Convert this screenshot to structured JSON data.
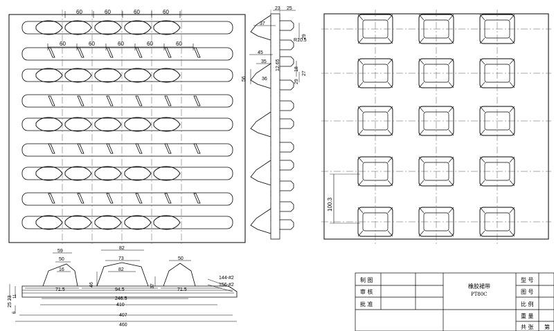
{
  "dims": {
    "top_60": [
      "60",
      "60",
      "60",
      "60"
    ],
    "row2_60": [
      "60",
      "60",
      "60",
      "60",
      "60"
    ],
    "side": {
      "d23": "23",
      "d25": "25",
      "d37": "37",
      "r105": "R10.5",
      "d29": "29",
      "d45": "45",
      "d35": "35",
      "d1265": "12.65",
      "d18": "18",
      "d27": "27",
      "d56": "56",
      "d36": "36",
      "d29b": "29"
    },
    "pitch": "100.3",
    "section": {
      "d59": "59",
      "d82": "82",
      "d50a": "50",
      "d73": "73",
      "d50b": "50",
      "d16": "16",
      "d46": "46",
      "d37": "37",
      "d715a": "71.5",
      "d945": "94.5",
      "d715b": "71.5",
      "d2465": "246.5",
      "d410": "410",
      "d407": "407",
      "d460": "460",
      "d2523": "25 23",
      "d11": "11",
      "d6": "6",
      "spec1": "144-#2",
      "spec2": "156-#2"
    }
  },
  "title_block": {
    "row1": "制 图",
    "row2": "审 核",
    "row3": "批 准",
    "name_line1": "橡胶裙带",
    "name_line2": "PT80C",
    "attr1": "型 号",
    "attr2": "图 号",
    "attr3": "比 例",
    "attr4": "重 量",
    "attr5": "共 张",
    "attr6": "第"
  }
}
